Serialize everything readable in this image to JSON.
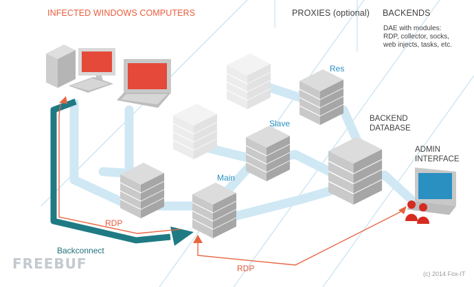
{
  "headers": {
    "infected": "INFECTED WINDOWS COMPUTERS",
    "proxies": "PROXIES (optional)",
    "backends": "BACKENDS"
  },
  "backends_note": [
    "DAE with modules:",
    "RDP, collector, socks,",
    "web injects, tasks, etc."
  ],
  "nodes": {
    "res": "Res",
    "slave": "Slave",
    "main": "Main",
    "backend_database": [
      "BACKEND",
      "DATABASE"
    ],
    "admin_interface": [
      "ADMIN",
      "INTERFACE"
    ]
  },
  "connections": {
    "rdp_upper": "RDP",
    "rdp_lower": "RDP",
    "backconnect": "Backconnect"
  },
  "copyright": "(c) 2014 Fox-IT",
  "watermark": "FREEBUF",
  "colors": {
    "flow_light_blue": "#cfe8f4",
    "backconnect_teal": "#1f7a84",
    "rdp_red": "#e8643f",
    "screen_red": "#e4493a",
    "screen_blue": "#2a8fc1",
    "server_gray": "#bdbdbd",
    "ghost_server": "#ececec",
    "admin_figures": "#d62b20"
  }
}
